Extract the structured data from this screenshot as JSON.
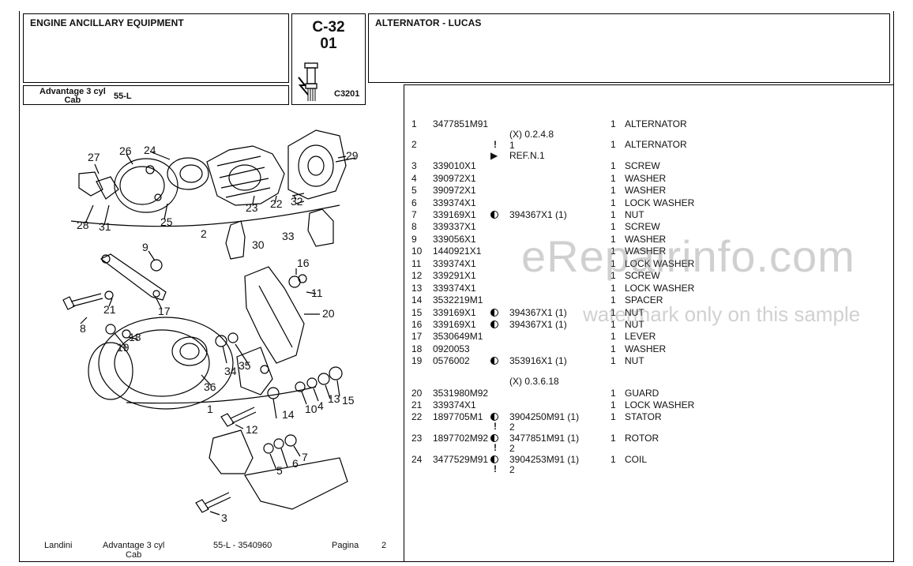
{
  "header": {
    "section_title": "ENGINE ANCILLARY EQUIPMENT",
    "code_main": "C-32",
    "code_sub": "01",
    "image_code": "C3201",
    "part_title": "ALTERNATOR - LUCAS",
    "model_line1": "Advantage 3 cyl",
    "model_line2": "Cab",
    "model_code": "55-L"
  },
  "parts": [
    {
      "no": "1",
      "code": "3477851M91",
      "mark": "",
      "ref": "",
      "qty": "1",
      "desc": "ALTERNATOR"
    },
    {
      "no": "2",
      "code": "",
      "mark": "",
      "ref": "",
      "qty": "1",
      "desc": "ALTERNATOR"
    },
    {
      "no": "3",
      "code": "339010X1",
      "mark": "",
      "ref": "",
      "qty": "1",
      "desc": "SCREW"
    },
    {
      "no": "4",
      "code": "390972X1",
      "mark": "",
      "ref": "",
      "qty": "1",
      "desc": "WASHER"
    },
    {
      "no": "5",
      "code": "390972X1",
      "mark": "",
      "ref": "",
      "qty": "1",
      "desc": "WASHER"
    },
    {
      "no": "6",
      "code": "339374X1",
      "mark": "",
      "ref": "",
      "qty": "1",
      "desc": "LOCK WASHER"
    },
    {
      "no": "7",
      "code": "339169X1",
      "mark": "circle",
      "ref": "394367X1  (1)",
      "qty": "1",
      "desc": "NUT"
    },
    {
      "no": "8",
      "code": "339337X1",
      "mark": "",
      "ref": "",
      "qty": "1",
      "desc": "SCREW"
    },
    {
      "no": "9",
      "code": "339056X1",
      "mark": "",
      "ref": "",
      "qty": "1",
      "desc": "WASHER"
    },
    {
      "no": "10",
      "code": "1440921X1",
      "mark": "",
      "ref": "",
      "qty": "1",
      "desc": "WASHER"
    },
    {
      "no": "11",
      "code": "339374X1",
      "mark": "",
      "ref": "",
      "qty": "1",
      "desc": "LOCK WASHER"
    },
    {
      "no": "12",
      "code": "339291X1",
      "mark": "",
      "ref": "",
      "qty": "1",
      "desc": "SCREW"
    },
    {
      "no": "13",
      "code": "339374X1",
      "mark": "",
      "ref": "",
      "qty": "1",
      "desc": "LOCK WASHER"
    },
    {
      "no": "14",
      "code": "3532219M1",
      "mark": "",
      "ref": "",
      "qty": "1",
      "desc": "SPACER"
    },
    {
      "no": "15",
      "code": "339169X1",
      "mark": "circle",
      "ref": "394367X1  (1)",
      "qty": "1",
      "desc": "NUT"
    },
    {
      "no": "16",
      "code": "339169X1",
      "mark": "circle",
      "ref": "394367X1  (1)",
      "qty": "1",
      "desc": "NUT"
    },
    {
      "no": "17",
      "code": "3530649M1",
      "mark": "",
      "ref": "",
      "qty": "1",
      "desc": "LEVER"
    },
    {
      "no": "18",
      "code": "0920053",
      "mark": "",
      "ref": "",
      "qty": "1",
      "desc": "WASHER"
    },
    {
      "no": "19",
      "code": "0576002",
      "mark": "circle",
      "ref": "353916X1  (1)",
      "qty": "1",
      "desc": "NUT"
    },
    {
      "no": "20",
      "code": "3531980M92",
      "mark": "",
      "ref": "",
      "qty": "1",
      "desc": "GUARD"
    },
    {
      "no": "21",
      "code": "339374X1",
      "mark": "",
      "ref": "",
      "qty": "1",
      "desc": "LOCK WASHER"
    },
    {
      "no": "22",
      "code": "1897705M1",
      "mark": "circle",
      "ref": "3904250M91  (1)",
      "qty": "1",
      "desc": "STATOR"
    },
    {
      "no": "23",
      "code": "1897702M92",
      "mark": "circle",
      "ref": "3477851M91  (1)",
      "qty": "1",
      "desc": "ROTOR"
    },
    {
      "no": "24",
      "code": "3477529M91",
      "mark": "circle",
      "ref": "3904253M91  (1)",
      "qty": "1",
      "desc": "COIL"
    }
  ],
  "sub_notes": {
    "row1_note": "(X) 0.2.4.8",
    "row2_excl": "!",
    "row2_one": "1",
    "row2_ref": "REF.N.1",
    "row19_note": "(X) 0.3.6.18",
    "row22_excl": "!",
    "row22_two": "2",
    "row23_excl": "!",
    "row23_two": "2",
    "row24_excl": "!",
    "row24_two": "2"
  },
  "diagram_labels": [
    "27",
    "26",
    "24",
    "29",
    "28",
    "31",
    "25",
    "23",
    "22",
    "32",
    "2",
    "30",
    "33",
    "9",
    "16",
    "21",
    "17",
    "11",
    "8",
    "20",
    "19",
    "18",
    "34",
    "35",
    "36",
    "1",
    "14",
    "10",
    "4",
    "13",
    "15",
    "12",
    "5",
    "6",
    "7",
    "3"
  ],
  "footer": {
    "brand": "Landini",
    "model_line1": "Advantage 3 cyl",
    "model_line2": "Cab",
    "code": "55-L - 3540960",
    "page_label": "Pagina",
    "page_no": "2"
  },
  "watermark": {
    "main": "eRepairinfo.com",
    "sub": "watermark only on this sample"
  }
}
